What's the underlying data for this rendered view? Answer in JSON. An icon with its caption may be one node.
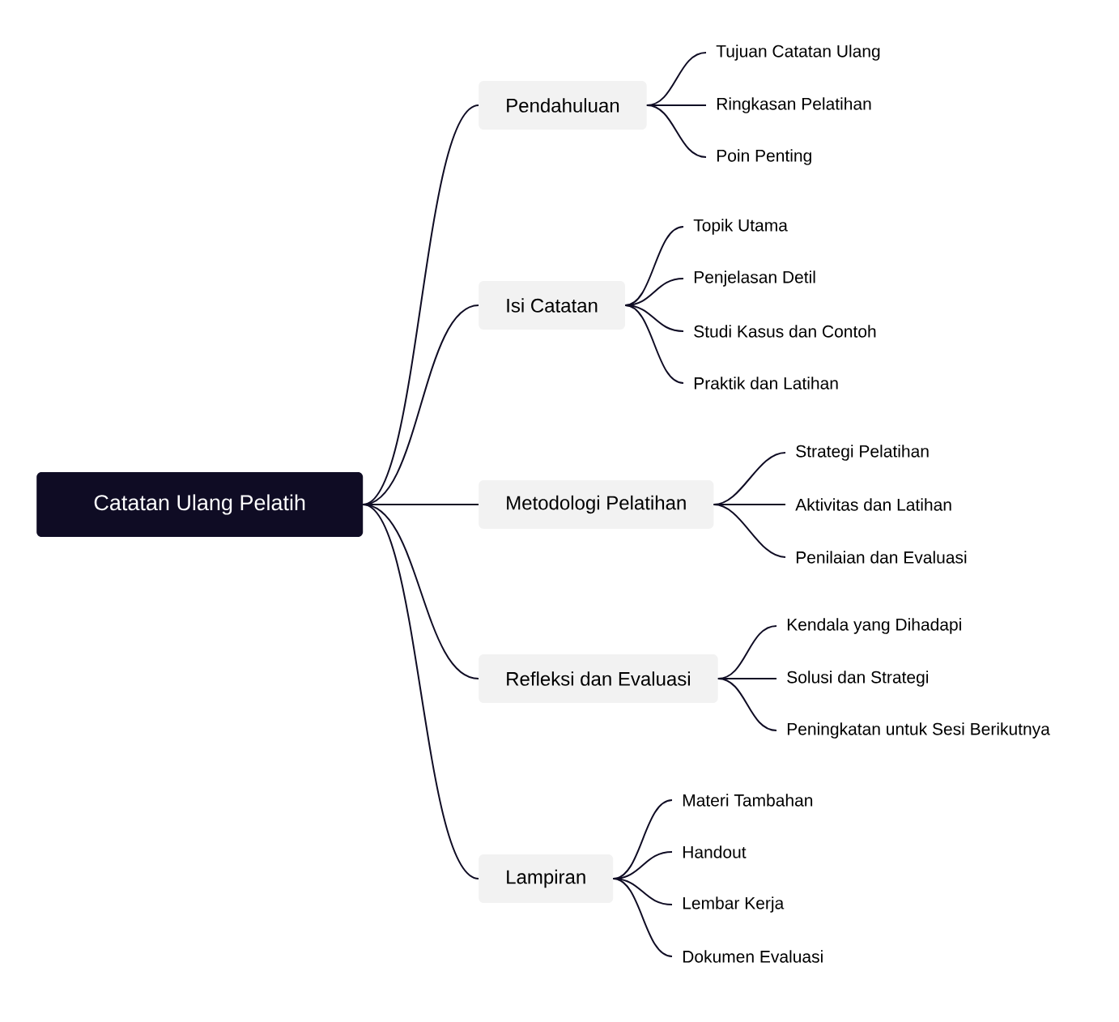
{
  "diagram": {
    "nodes": [
      {
        "text": [
          "Catatan Ulang Pelatih"
        ]
      },
      {
        "text": [
          "Pendahuluan"
        ]
      },
      {
        "text": [
          "Isi Catatan"
        ]
      },
      {
        "text": [
          "Metodologi Pelatihan"
        ]
      },
      {
        "text": [
          "Refleksi dan Evaluasi"
        ]
      },
      {
        "text": [
          "Lampiran"
        ]
      },
      {
        "text": [
          "Tujuan Catatan Ulang"
        ]
      },
      {
        "text": [
          "Ringkasan Pelatihan"
        ]
      },
      {
        "text": [
          "Poin Penting"
        ]
      },
      {
        "text": [
          "Topik Utama"
        ]
      },
      {
        "text": [
          "Penjelasan Detil"
        ]
      },
      {
        "text": [
          "Studi Kasus dan Contoh"
        ]
      },
      {
        "text": [
          "Praktik dan Latihan"
        ]
      },
      {
        "text": [
          "Strategi Pelatihan"
        ]
      },
      {
        "text": [
          "Aktivitas dan Latihan"
        ]
      },
      {
        "text": [
          "Penilaian dan Evaluasi"
        ]
      },
      {
        "text": [
          "Kendala yang Dihadapi"
        ]
      },
      {
        "text": [
          "Solusi dan Strategi"
        ]
      },
      {
        "text": [
          "Peningkatan untuk Sesi Berikutnya"
        ]
      },
      {
        "text": [
          "Materi Tambahan"
        ]
      },
      {
        "text": [
          "Handout"
        ]
      },
      {
        "text": [
          "Lembar Kerja"
        ]
      },
      {
        "text": [
          "Dokumen Evaluasi"
        ]
      }
    ],
    "edges": [
      {
        "from": 0,
        "to": 1,
        "arrow": "none"
      },
      {
        "from": 0,
        "to": 2,
        "arrow": "none"
      },
      {
        "from": 0,
        "to": 3,
        "arrow": "none"
      },
      {
        "from": 0,
        "to": 4,
        "arrow": "none"
      },
      {
        "from": 0,
        "to": 5,
        "arrow": "none"
      },
      {
        "from": 1,
        "to": 6,
        "arrow": "none"
      },
      {
        "from": 1,
        "to": 7,
        "arrow": "none"
      },
      {
        "from": 1,
        "to": 8,
        "arrow": "none"
      },
      {
        "from": 2,
        "to": 9,
        "arrow": "none"
      },
      {
        "from": 2,
        "to": 10,
        "arrow": "none"
      },
      {
        "from": 2,
        "to": 11,
        "arrow": "none"
      },
      {
        "from": 2,
        "to": 12,
        "arrow": "none"
      },
      {
        "from": 3,
        "to": 13,
        "arrow": "none"
      },
      {
        "from": 3,
        "to": 14,
        "arrow": "none"
      },
      {
        "from": 3,
        "to": 15,
        "arrow": "none"
      },
      {
        "from": 4,
        "to": 16,
        "arrow": "none"
      },
      {
        "from": 4,
        "to": 17,
        "arrow": "none"
      },
      {
        "from": 4,
        "to": 18,
        "arrow": "none"
      },
      {
        "from": 5,
        "to": 19,
        "arrow": "none"
      },
      {
        "from": 5,
        "to": 20,
        "arrow": "none"
      },
      {
        "from": 5,
        "to": 21,
        "arrow": "none"
      },
      {
        "from": 5,
        "to": 22,
        "arrow": "none"
      }
    ]
  }
}
